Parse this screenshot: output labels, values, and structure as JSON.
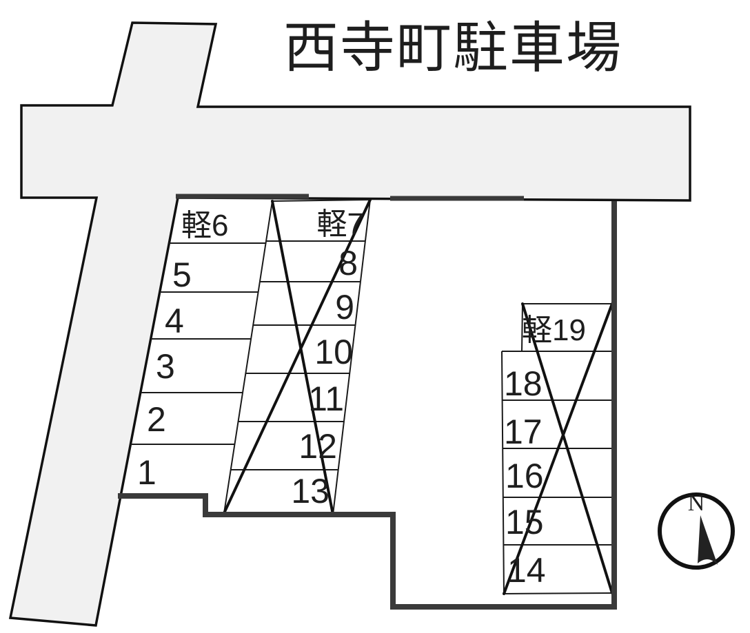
{
  "title": "西寺町駐車場",
  "spaces": {
    "left": [
      {
        "label": "軽6"
      },
      {
        "label": "5"
      },
      {
        "label": "4"
      },
      {
        "label": "3"
      },
      {
        "label": "2"
      },
      {
        "label": "1"
      }
    ],
    "middle": [
      {
        "label": "軽7"
      },
      {
        "label": "8"
      },
      {
        "label": "9"
      },
      {
        "label": "10"
      },
      {
        "label": "11"
      },
      {
        "label": "12"
      },
      {
        "label": "13"
      }
    ],
    "right": [
      {
        "label": "軽19"
      },
      {
        "label": "18"
      },
      {
        "label": "17"
      },
      {
        "label": "16"
      },
      {
        "label": "15"
      },
      {
        "label": "14"
      }
    ]
  },
  "crossed_out": {
    "left": false,
    "middle": true,
    "right": true
  },
  "compass": {
    "north_label": "N"
  },
  "colors": {
    "road_fill": "#f1f1f1",
    "outline": "#111111",
    "thin_line": "#1a1a1a",
    "boundary_wall": "#3a3a3a",
    "text": "#1e1e1e"
  }
}
